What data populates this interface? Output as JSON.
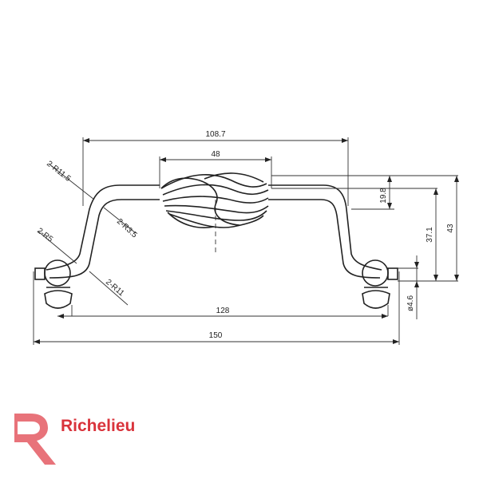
{
  "drawing": {
    "dimensions": {
      "overall_length": "150",
      "hole_spacing": "128",
      "top_length": "108.7",
      "cage_length": "48",
      "height_total": "43",
      "height_base": "37.1",
      "height_cage": "19.8",
      "screw_dia": "ø4.6"
    },
    "radii": {
      "r_top": "2-R11.5",
      "r_inner": "2-R3.5",
      "r_small": "2-R5",
      "r_lower": "2-R11"
    }
  },
  "brand": {
    "name": "Richelieu",
    "color": "#d9333b"
  }
}
